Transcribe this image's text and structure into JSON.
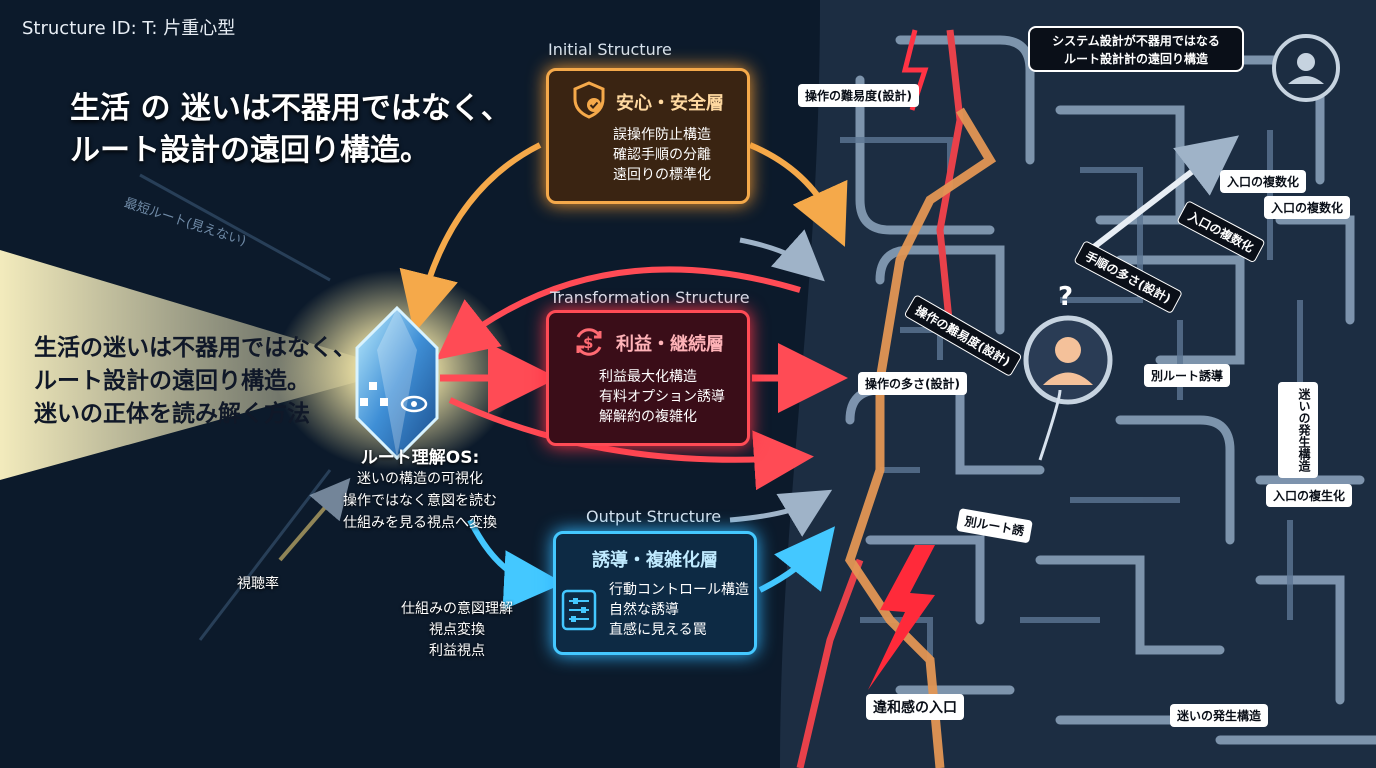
{
  "structure_id": "Structure ID: T: 片重心型",
  "headline": [
    "生活 の 迷いは不器用ではなく、",
    "ルート設計の遠回り構造。"
  ],
  "hidden_route_label": "最短ルート(見えない)",
  "left_text": [
    "生活の迷いは不器用ではなく、",
    "ルート設計の遠回り構造。",
    "迷いの正体を読み解く方法"
  ],
  "os": {
    "title": "ルート理解OS:",
    "lines": [
      "迷いの構造の可視化",
      "操作ではなく意図を読む",
      "仕組みを見る視点へ変換"
    ]
  },
  "bottom_left": {
    "label": "視聴率",
    "lines": [
      "仕組みの意図理解",
      "視点変換",
      "利益視点"
    ]
  },
  "sections": {
    "initial": "Initial Structure",
    "transformation": "Transformation Structure",
    "output": "Output Structure"
  },
  "boxes": {
    "safety": {
      "title": "安心・安全層",
      "lines": [
        "誤操作防止構造",
        "確認手順の分離",
        "遠回りの標準化"
      ],
      "icon": "shield-check-icon",
      "color": "#f5a94a"
    },
    "profit": {
      "title": "利益・継続層",
      "lines": [
        "利益最大化構造",
        "有料オプション誘導",
        "解解約の複雑化"
      ],
      "icon": "dollar-cycle-icon",
      "color": "#ff4b55"
    },
    "induce": {
      "title": "誘導・複雑化層",
      "lines": [
        "行動コントロール構造",
        "自然な誘導",
        "直感に見える罠"
      ],
      "icon": "control-panel-icon",
      "color": "#44c8ff"
    }
  },
  "maze_labels": {
    "difficulty": "操作の難易度(設計)",
    "callout": [
      "システム設計が不器用ではなる",
      "ルート設計計の遠回り構造"
    ],
    "multi_entry_1": "入口の複数化",
    "multi_entry_2": "入口の複数化",
    "multi_entry_3": "入口の複数化",
    "steps_count": "手順の多さ(設計)",
    "difficulty_2": "操作の難易度(設計)",
    "op_count": "操作の多さ(設計)",
    "alt_route": "別ルート誘導",
    "vertical": "迷いの発生構造",
    "multi_entry_4": "入口の複生化",
    "alt_route_2": "別ルート誘",
    "discomfort": "違和感の入口",
    "gen_structure": "迷いの発生構造"
  },
  "colors": {
    "orange": "#f5a94a",
    "red": "#ff4b55",
    "blue": "#44c8ff",
    "background": "#0c1a2b"
  }
}
